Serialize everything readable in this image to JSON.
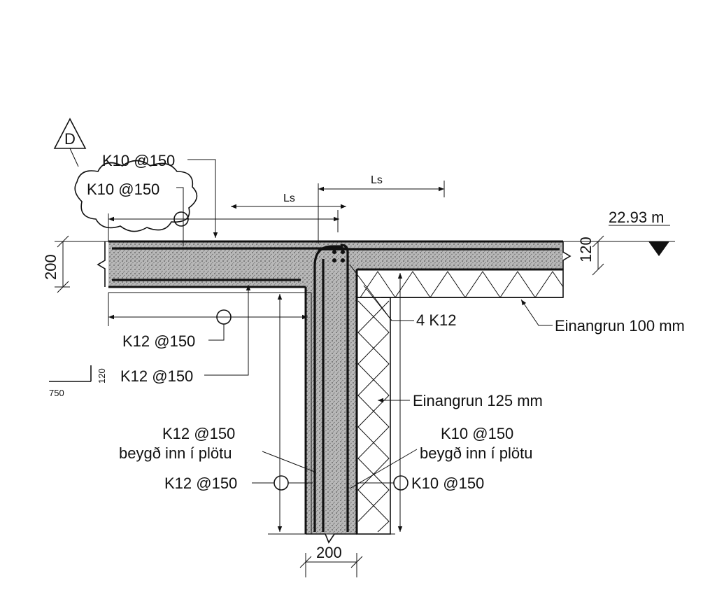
{
  "revision": {
    "mark": "D"
  },
  "slab_top": {
    "rebar_top_1": "K10 @150",
    "rebar_top_2": "K10 @150",
    "lap_left": "Ls",
    "lap_right": "Ls",
    "thickness_left": "200",
    "thickness_right": "120",
    "elevation": "22.93 m"
  },
  "slab_bottom": {
    "rebar_1": "K12 @150",
    "rebar_2": "K12 @150",
    "hook_len": "750",
    "hook_h": "120"
  },
  "corner": {
    "bars": "4 K12"
  },
  "insulation": {
    "roof": "Einangrun 100 mm",
    "wall": "Einangrun 125 mm"
  },
  "wall": {
    "inner_bent": "K12 @150",
    "inner_bent_note": "beygð inn í plötu",
    "outer_bent": "K10 @150",
    "outer_bent_note": "beygð inn í plötu",
    "inner_bar": "K12 @150",
    "outer_bar": "K10 @150",
    "thickness": "200"
  },
  "colors": {
    "ink": "#111111",
    "concrete": "#9a9a9a",
    "background": "#ffffff"
  }
}
